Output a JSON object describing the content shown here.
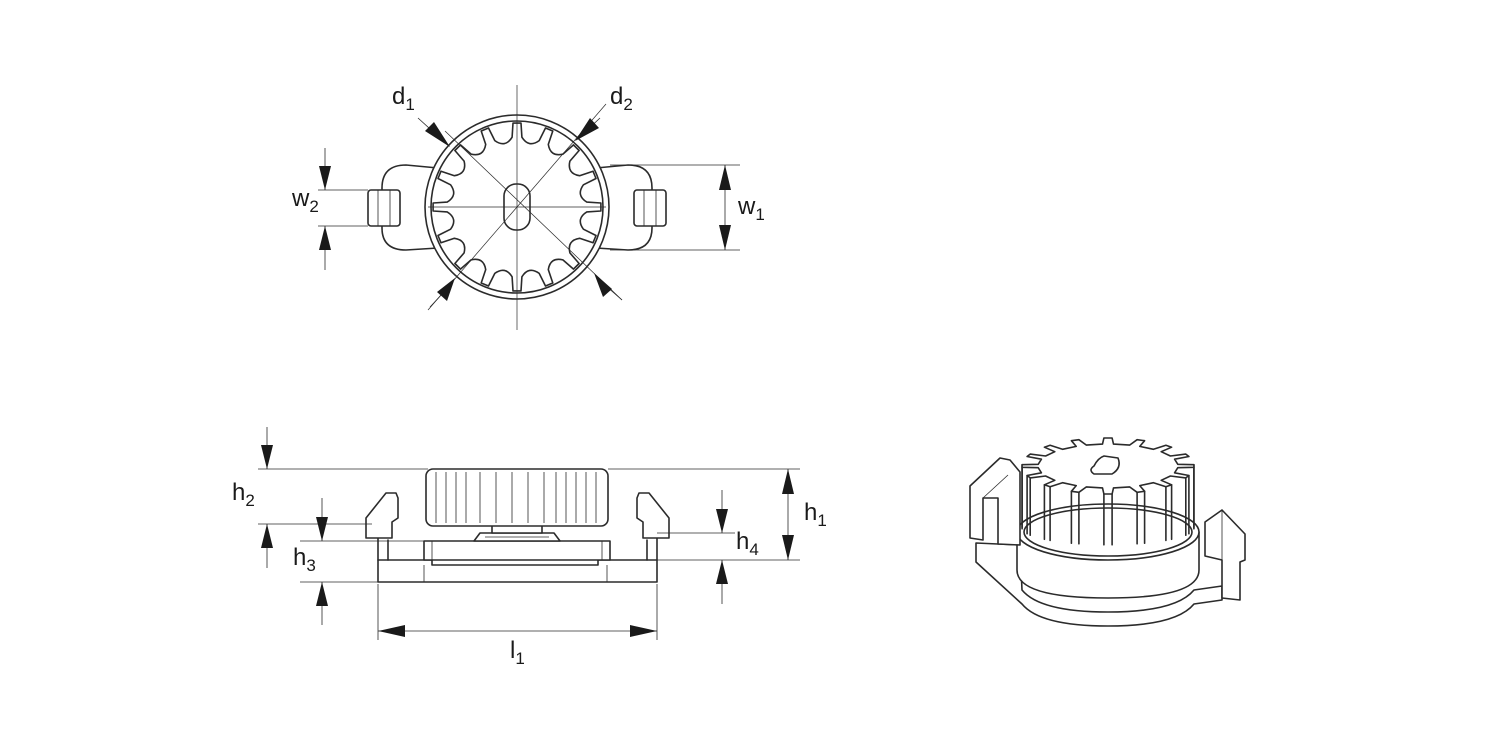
{
  "labels": {
    "d1": {
      "main": "d",
      "sub": "1"
    },
    "d2": {
      "main": "d",
      "sub": "2"
    },
    "w1": {
      "main": "w",
      "sub": "1"
    },
    "w2": {
      "main": "w",
      "sub": "2"
    },
    "h1": {
      "main": "h",
      "sub": "1"
    },
    "h2": {
      "main": "h",
      "sub": "2"
    },
    "h3": {
      "main": "h",
      "sub": "3"
    },
    "h4": {
      "main": "h",
      "sub": "4"
    },
    "l1": {
      "main": "l",
      "sub": "1"
    }
  },
  "gear": {
    "teeth": 16
  },
  "colors": {
    "line": "#2b2b2b",
    "arrow": "#1a1a1a",
    "background": "#ffffff"
  },
  "views": [
    "top-view",
    "side-view",
    "isometric-view"
  ]
}
